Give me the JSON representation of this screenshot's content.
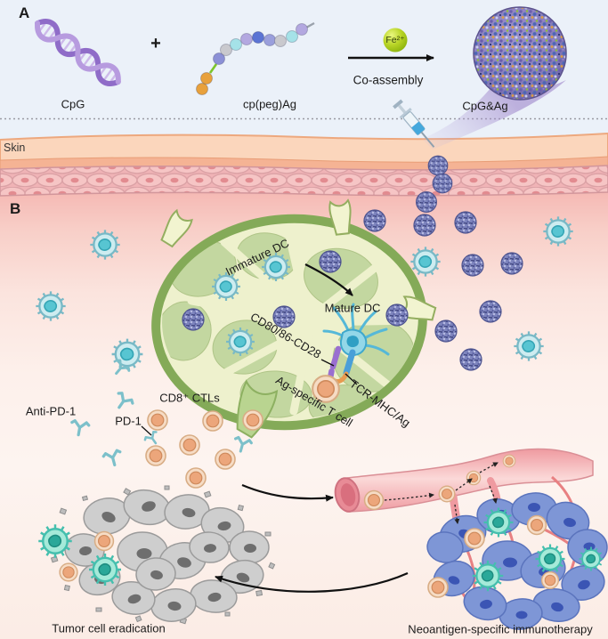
{
  "figure": {
    "panel_a": {
      "label": "A",
      "cpg": "CpG",
      "plus": "+",
      "cppeg": "cp(peg)Ag",
      "fe": "Fe²⁺",
      "process": "Co-assembly",
      "product": "CpG&Ag"
    },
    "skin": {
      "label": "Skin"
    },
    "panel_b": {
      "label": "B",
      "immature_dc": "Immature DC",
      "mature_dc": "Mature DC",
      "costim": "CD80/86-CD28",
      "tcr": "TCR-MHC/Ag",
      "ag_tcell": "Ag-specific T cell",
      "anti_pd1": "Anti-PD-1",
      "pd1": "PD-1",
      "cd8": "CD8⁺ CTLs",
      "outcome_left": "Tumor cell eradication",
      "outcome_right": "Neoantigen-specific immunotherapy"
    },
    "colors": {
      "panel_a_bg": "#ebf1f9",
      "lymph_node_green": "#84aa58",
      "nanoparticle_purple": "#7d84bd",
      "dc_cyan": "#cdecf0",
      "tcell_orange": "#eca67b",
      "antibody_teal": "#7cc0ca",
      "vessel_pink": "#f2a3a8",
      "tumor_blue": "#7e96d6",
      "tumor_gray": "#cecece",
      "fe_green": "#b8d426"
    }
  }
}
